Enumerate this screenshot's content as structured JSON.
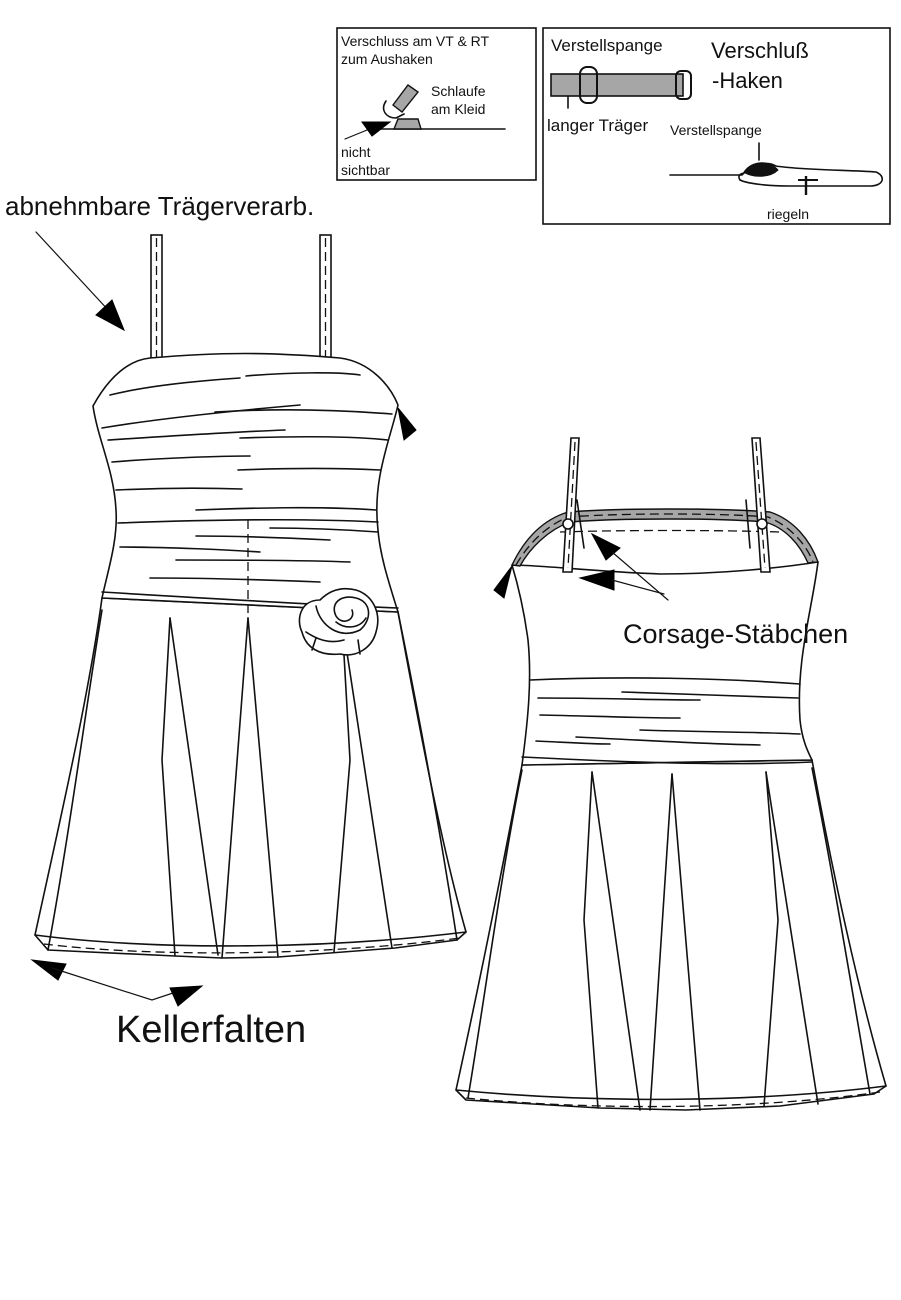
{
  "labels": {
    "strap_label": "abnehmbare Trägerverarb.",
    "pleats_label": "Kellerfalten",
    "boning_label": "Corsage-Stäbchen"
  },
  "inset_left": {
    "line1": "Verschluss am VT & RT",
    "line2": "zum Aushaken",
    "loop_line1": "Schlaufe",
    "loop_line2": "am Kleid",
    "hidden_line1": "nicht",
    "hidden_line2": "sichtbar"
  },
  "inset_right": {
    "adjuster_label": "Verstellspange",
    "closure_line1": "Verschluß",
    "closure_line2": "-Haken",
    "long_strap_label": "langer Träger",
    "adjuster_label_2": "Verstellspange",
    "bartack_label": "riegeln"
  },
  "colors": {
    "line": "#111111",
    "strap_fill": "#a6a6a6",
    "background": "#ffffff"
  }
}
